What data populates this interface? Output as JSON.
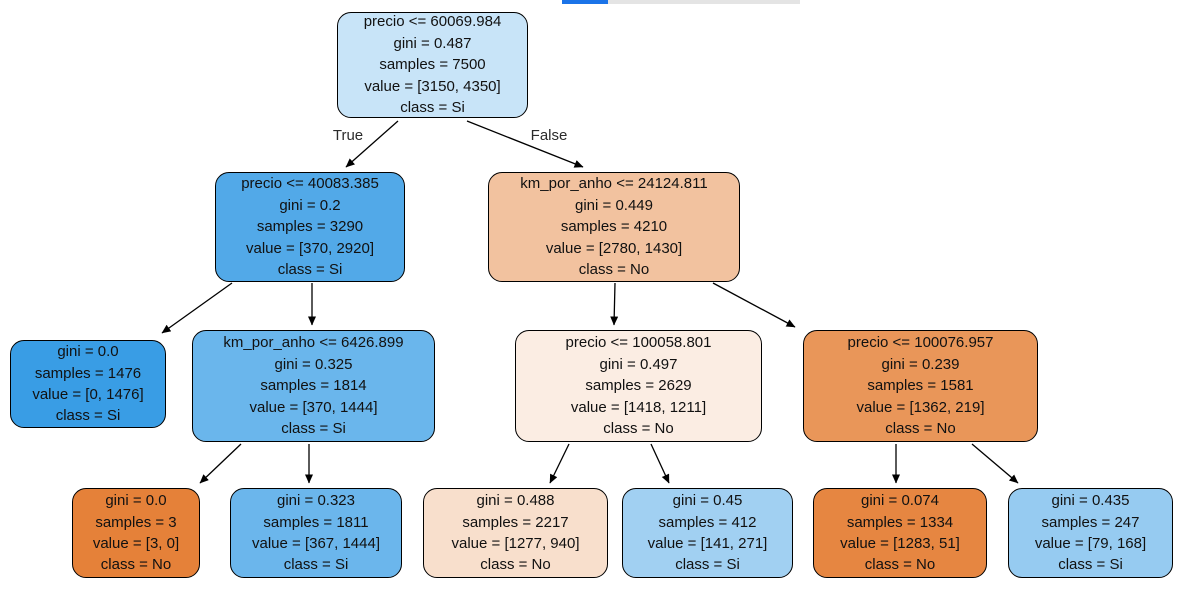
{
  "progress_bar": {
    "fill_color": "#1a73e8",
    "track_color": "#e4e4e4"
  },
  "edge_labels": {
    "true_label": "True",
    "false_label": "False"
  },
  "tree": {
    "feature_names": [
      "precio",
      "km_por_anho"
    ],
    "class_names": [
      "No",
      "Si"
    ],
    "nodes": [
      {
        "id": "root",
        "condition": "precio <= 60069.984",
        "gini": "gini = 0.487",
        "samples": "samples = 7500",
        "value": "value = [3150, 4350]",
        "class": "class = Si",
        "fill": "#c8e4f8"
      },
      {
        "id": "left",
        "condition": "precio <= 40083.385",
        "gini": "gini = 0.2",
        "samples": "samples = 3290",
        "value": "value = [370, 2920]",
        "class": "class = Si",
        "fill": "#52a9e8"
      },
      {
        "id": "right",
        "condition": "km_por_anho <= 24124.811",
        "gini": "gini = 0.449",
        "samples": "samples = 4210",
        "value": "value = [2780, 1430]",
        "class": "class = No",
        "fill": "#f2c29f"
      },
      {
        "id": "left-left",
        "gini": "gini = 0.0",
        "samples": "samples = 1476",
        "value": "value = [0, 1476]",
        "class": "class = Si",
        "fill": "#399de5"
      },
      {
        "id": "left-right",
        "condition": "km_por_anho <= 6426.899",
        "gini": "gini = 0.325",
        "samples": "samples = 1814",
        "value": "value = [370, 1444]",
        "class": "class = Si",
        "fill": "#6ab6ec"
      },
      {
        "id": "right-left",
        "condition": "precio <= 100058.801",
        "gini": "gini = 0.497",
        "samples": "samples = 2629",
        "value": "value = [1418, 1211]",
        "class": "class = No",
        "fill": "#fbede3"
      },
      {
        "id": "right-right",
        "condition": "precio <= 100076.957",
        "gini": "gini = 0.239",
        "samples": "samples = 1581",
        "value": "value = [1362, 219]",
        "class": "class = No",
        "fill": "#e99659"
      },
      {
        "id": "leaf-1",
        "gini": "gini = 0.0",
        "samples": "samples = 3",
        "value": "value = [3, 0]",
        "class": "class = No",
        "fill": "#e58139"
      },
      {
        "id": "leaf-2",
        "gini": "gini = 0.323",
        "samples": "samples = 1811",
        "value": "value = [367, 1444]",
        "class": "class = Si",
        "fill": "#6bb6ec"
      },
      {
        "id": "leaf-3",
        "gini": "gini = 0.488",
        "samples": "samples = 2217",
        "value": "value = [1277, 940]",
        "class": "class = No",
        "fill": "#f8dfcc"
      },
      {
        "id": "leaf-4",
        "gini": "gini = 0.45",
        "samples": "samples = 412",
        "value": "value = [141, 271]",
        "class": "class = Si",
        "fill": "#a1d0f2"
      },
      {
        "id": "leaf-5",
        "gini": "gini = 0.074",
        "samples": "samples = 1334",
        "value": "value = [1283, 51]",
        "class": "class = No",
        "fill": "#e68641"
      },
      {
        "id": "leaf-6",
        "gini": "gini = 0.435",
        "samples": "samples = 247",
        "value": "value = [79, 168]",
        "class": "class = Si",
        "fill": "#96cbf1"
      }
    ]
  }
}
